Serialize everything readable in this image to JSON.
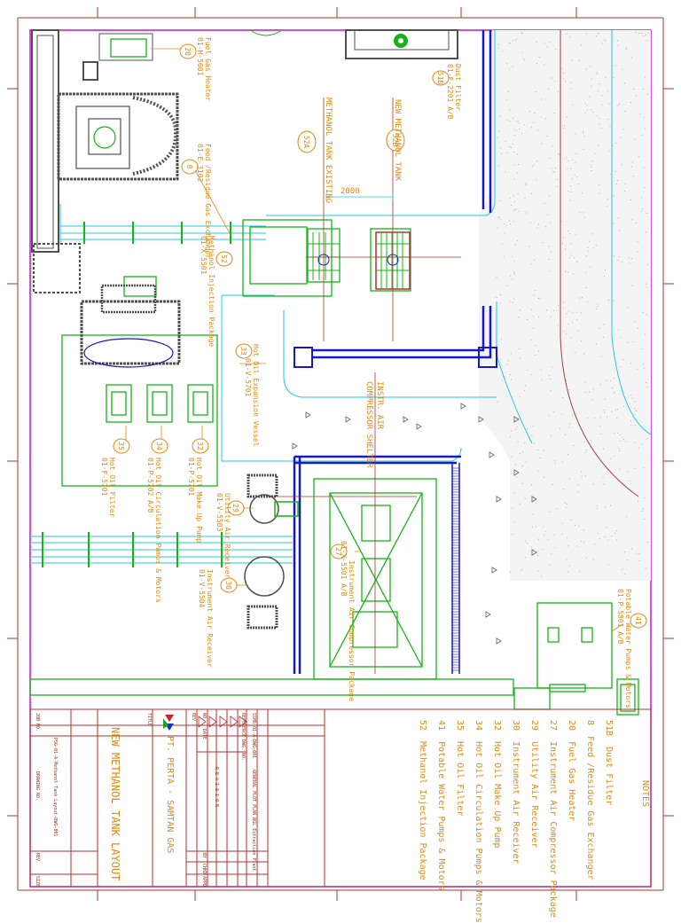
{
  "title_block": {
    "drawing_title": "NEW METHANOL TANK LAYOUT",
    "company": "PT. PERTA - SAMTAN GAS",
    "title_caption": "TITLE",
    "revision_caption": "R E V I S I O N",
    "date_caption": "DATE",
    "rev_caption": "REV",
    "no_caption": "NO",
    "by_caption": "BY",
    "chkd_caption": "CHKD",
    "appd_caption": "APPD",
    "reference_dwg_caption": "REFERENCE DWG. NO.",
    "reference_dwg_no": "SSMR-01-A-DWG-001",
    "reference_title": "GENERAL PLOT PLAN NGL Extraction Plant",
    "job_no_caption": "JOB NO.",
    "drawing_no_caption": "DRAWING NO.",
    "rev_no_caption": "REV",
    "size_caption": "SIZE",
    "drawing_no": "PSG-01-A-Methanol Tank Layout-DWG-001"
  },
  "notes": {
    "heading": "NOTES",
    "items": [
      {
        "tag": "51B",
        "text": "Dust Filter"
      },
      {
        "tag": "8",
        "text": "Feed /Residue Gas Exchanger"
      },
      {
        "tag": "20",
        "text": "Fuel Gas Heater"
      },
      {
        "tag": "27",
        "text": "Instrument Air Compressor Package"
      },
      {
        "tag": "29",
        "text": "Utility Air Receiver"
      },
      {
        "tag": "30",
        "text": "Instrument Air Receiver"
      },
      {
        "tag": "32",
        "text": "Hot Oil Make Up Pump"
      },
      {
        "tag": "34",
        "text": "Hot Oil Circulation Pumps & Motors"
      },
      {
        "tag": "35",
        "text": "Hot Oil Filter"
      },
      {
        "tag": "41",
        "text": "Potable Water Pumps & Motors"
      },
      {
        "tag": "52",
        "text": "Methanol Injection Package"
      }
    ]
  },
  "plan_labels": {
    "fuel_gas_heater": "Fuel Gas Heater",
    "fuel_gas_heater_id": "01-H-5601",
    "dust_filter": "Dust Filter",
    "dust_filter_id": "01-F-2201 A/B",
    "feed_exchanger": "Feed /Residue Gas Exchanger",
    "feed_exchanger_id": "01-E-3102",
    "methanol_tank_existing": "METHANOL TANK EXISTING",
    "new_methanol_tank": "NEW METHANOL TANK",
    "dimension": "2000",
    "methanol_injection": "Methanol Injection Package",
    "methanol_injection_id": "01-X-5501",
    "hot_oil_expansion": "Hot Oil Expansion Vessel",
    "hot_oil_expansion_id": "01-V-5701",
    "instr_air_shelter_1": "INSTR. AIR",
    "instr_air_shelter_2": "COMPRESSOR SHELTER",
    "hot_oil_filter": "Hot Oil Filter",
    "hot_oil_filter_id": "01-F-5701",
    "hot_oil_circ": "Hot Oil Circulation Pumps & Motors",
    "hot_oil_circ_id": "01-P-5702 A/B",
    "hot_oil_makeup": "Hot Oil Make Up Pump",
    "hot_oil_makeup_id": "01-P-5701",
    "utility_air": "Utility Air Receiver",
    "utility_air_id": "01-V-5503",
    "instr_air_receiver": "Instrument Air Receiver",
    "instr_air_receiver_id": "01-V-5504",
    "instr_air_comp": "Instrument Air Compressor Package",
    "instr_air_comp_id": "01-X-5501 A/B",
    "potable_water": "Potable Water Pumps & Motors",
    "potable_water_id": "01-P-5801 A/B",
    "tag_20": "20",
    "tag_51b": "51B",
    "tag_8": "8",
    "tag_52a": "52A",
    "tag_52b": "52B",
    "tag_52": "52",
    "tag_33": "33",
    "tag_35": "35",
    "tag_34": "34",
    "tag_32": "32",
    "tag_29": "29",
    "tag_30": "30",
    "tag_27": "27",
    "tag_41": "41"
  },
  "colors": {
    "green": "#16b416",
    "cyan": "#20c8e0",
    "blue": "#1818c8",
    "magenta": "#d010d0",
    "orange": "#e08a10",
    "red": "#b03030",
    "dark": "#505050"
  }
}
